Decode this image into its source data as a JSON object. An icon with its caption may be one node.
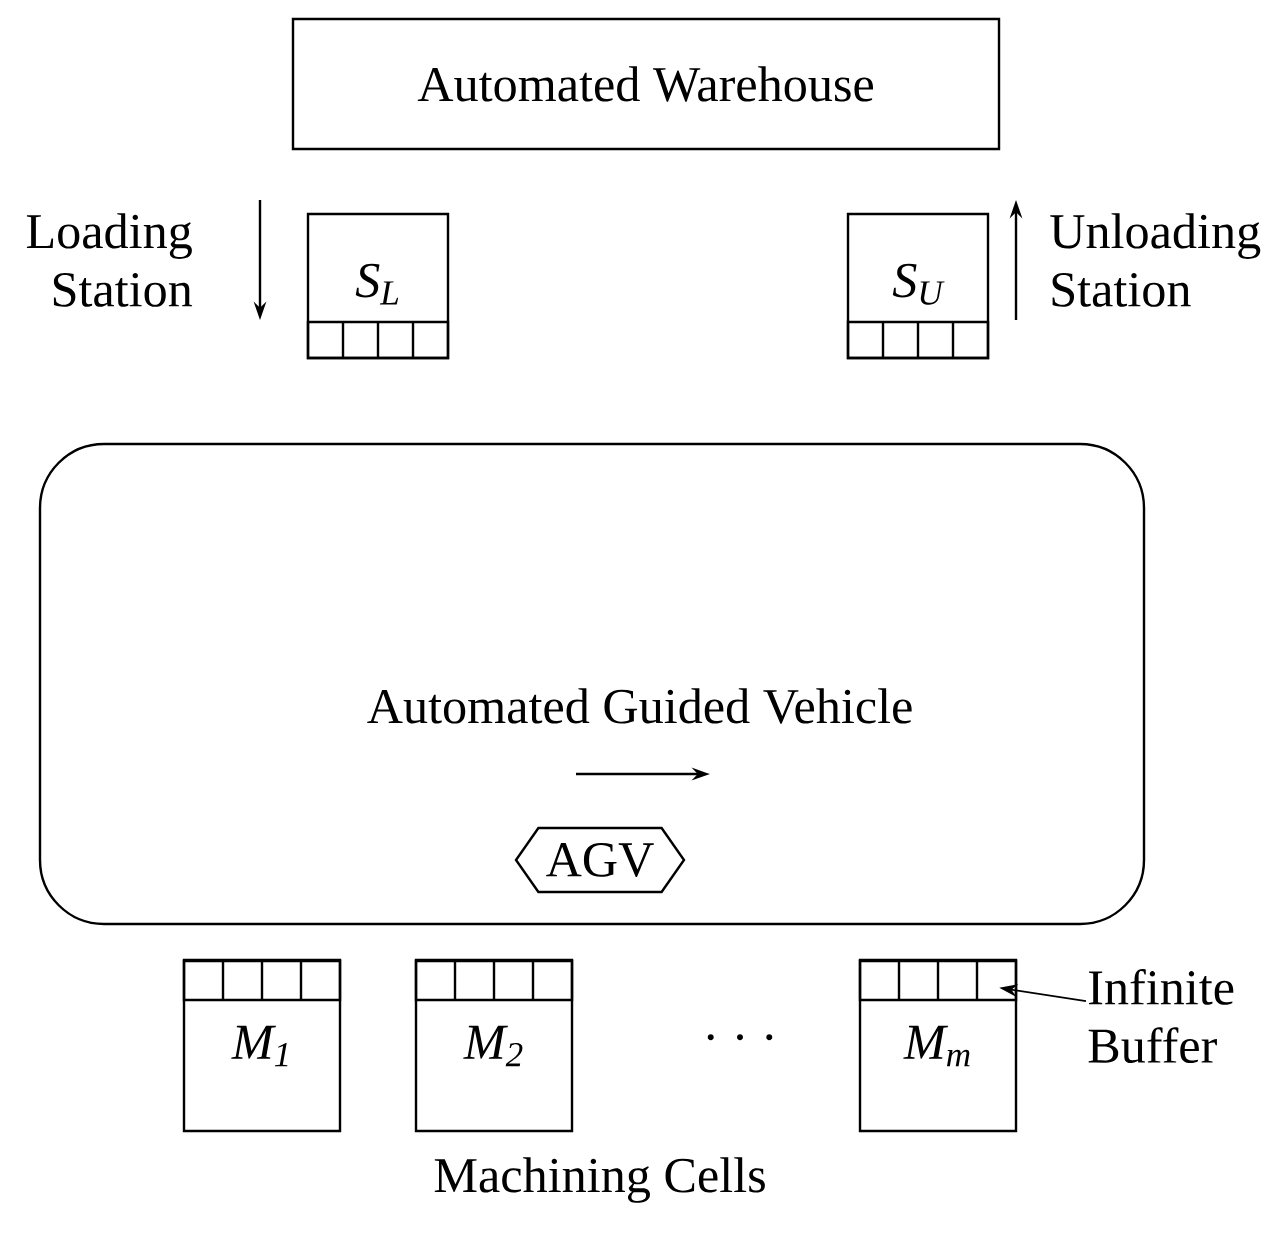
{
  "diagram": {
    "nodes": [
      {
        "text": [
          "Automated Warehouse"
        ]
      },
      {
        "text": [
          "S$_{L}$"
        ],
        "beside": [
          "Loading Station"
        ]
      },
      {
        "text": [
          "S$_{U}$"
        ],
        "beside": [
          "Unloading Station"
        ]
      },
      {
        "text": [
          "Automated Guided Vehicle"
        ]
      },
      {
        "text": [
          "AGV"
        ],
        "in": 3
      },
      {
        "text": [
          "M$_{1}$"
        ]
      },
      {
        "text": [
          "M$_{2}$"
        ]
      },
      {
        "text": [
          "M$_{m}$"
        ]
      },
      {
        "text": [
          "Infinite Buffer"
        ]
      }
    ],
    "edges": [
      {
        "from": 8,
        "to": 7,
        "arrow": "to"
      }
    ],
    "labels": [
      "· · ·",
      "Machining Cells"
    ]
  }
}
